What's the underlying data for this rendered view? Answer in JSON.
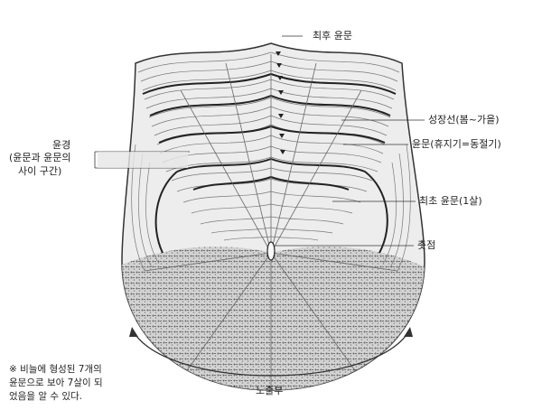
{
  "labels": {
    "last_ring": "최후 윤문",
    "growth_zone": "성장선(봄~가을)",
    "annulus": "윤문(휴지기=동절기)",
    "first_ring": "최초 윤문(1살)",
    "focus": "촛점",
    "interval_title": "윤경",
    "interval_line2": "(윤문과 윤문의",
    "interval_line3": "사이 구간)",
    "exposed": "노출부"
  },
  "note": {
    "line1": "※ 비늘에 형성된 7개의",
    "line2": "윤문으로 보아 7살이 되",
    "line3": "었음을 알 수 있다."
  },
  "colors": {
    "ink": "#333333",
    "ring_dark": "#222222",
    "fill": "#e9e9e9"
  }
}
